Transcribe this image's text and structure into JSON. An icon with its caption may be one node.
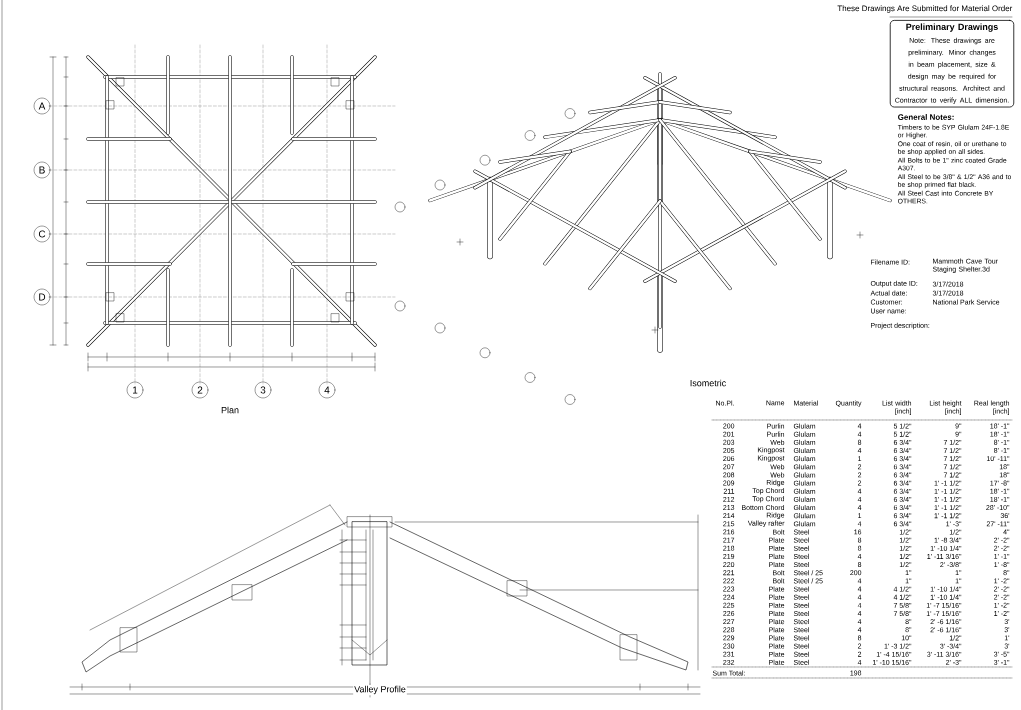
{
  "diagram": {
    "nodes": [
      {
        "text": [
          "Preliminary Drawings",
          "Note: These drawings are preliminary. Minor changes in beam placement, size & design may be required for structural reasons. Architect and Contractor to verify ALL dimension."
        ]
      },
      {
        "text": [
          "A"
        ]
      },
      {
        "text": [
          "B"
        ]
      },
      {
        "text": [
          "C"
        ]
      },
      {
        "text": [
          "D"
        ]
      },
      {
        "text": [
          "1"
        ]
      },
      {
        "text": [
          "2"
        ]
      },
      {
        "text": [
          "3"
        ]
      },
      {
        "text": [
          "4"
        ]
      }
    ],
    "labels": [
      "These Drawings Are Submitted for Material Order",
      "General Notes:",
      "Timbers to be SYP Glulam 24F-1.8E or Higher.",
      "One coat of resin, oil or urethane to be shop applied on all sides.",
      "All Bolts to be 1\" zinc coated Grade A307.",
      "All Steel to be 3/8\" & 1/2\" A36 and to be shop primed flat black.",
      "All Steel Cast into Concrete BY OTHERS.",
      "Plan",
      "Isometric",
      "Valley Profile",
      "Filename ID:",
      "Mammoth Cave Tour Staging Shelter.3d",
      "Output date ID:",
      "3/17/2018",
      "Customer:",
      "National Park Service",
      "Actual date:",
      "3/17/2018",
      "User name:",
      "Project description:",
      "No.Pl.",
      "Name",
      "Material",
      "Quantity",
      "List width [inch]",
      "List height [inch]",
      "Real length [inch]",
      "200",
      "Purlin",
      "Glulam",
      "4",
      "5 1/2\"",
      "9\"",
      "18' -1\"",
      "201",
      "Purlin",
      "Glulam",
      "4",
      "5 1/2\"",
      "9\"",
      "18' -1\"",
      "203",
      "Web",
      "Glulam",
      "8",
      "6 3/4\"",
      "7 1/2\"",
      "8' -1\"",
      "205",
      "Kingpost",
      "Glulam",
      "4",
      "6 3/4\"",
      "7 1/2\"",
      "8' -1\"",
      "206",
      "Kingpost",
      "Glulam",
      "1",
      "6 3/4\"",
      "7 1/2\"",
      "10' -11\"",
      "207",
      "Web",
      "Glulam",
      "2",
      "6 3/4\"",
      "7 1/2\"",
      "18\"",
      "208",
      "Web",
      "Glulam",
      "2",
      "6 3/4\"",
      "7 1/2\"",
      "18\"",
      "209",
      "Ridge",
      "Glulam",
      "2",
      "6 3/4\"",
      "1' -1 1/2\"",
      "17' -8\"",
      "211",
      "Top Chord",
      "Glulam",
      "4",
      "6 3/4\"",
      "1' -1 1/2\"",
      "18' -1\"",
      "212",
      "Top Chord",
      "Glulam",
      "4",
      "6 3/4\"",
      "1' -1 1/2\"",
      "18' -1\"",
      "213",
      "Bottom Chord",
      "Glulam",
      "4",
      "6 3/4\"",
      "1' -1 1/2\"",
      "28' -10\"",
      "214",
      "Ridge",
      "Glulam",
      "1",
      "6 3/4\"",
      "1' -1 1/2\"",
      "36'",
      "215",
      "Valley rafter",
      "Glulam",
      "4",
      "6 3/4\"",
      "1' -3\"",
      "27' -11\"",
      "216",
      "Bolt",
      "Steel",
      "16",
      "1/2\"",
      "1/2\"",
      "4\"",
      "217",
      "Plate",
      "Steel",
      "8",
      "1/2\"",
      "1' -8 3/4\"",
      "2' -2\"",
      "218",
      "Plate",
      "Steel",
      "8",
      "1/2\"",
      "1' -10 1/4\"",
      "2' -2\"",
      "219",
      "Plate",
      "Steel",
      "4",
      "1/2\"",
      "1' -11 3/16\"",
      "1' -1\"",
      "220",
      "Plate",
      "Steel",
      "8",
      "1/2\"",
      "2' -3/8\"",
      "1' -8\"",
      "221",
      "Bolt",
      "Steel / 25",
      "200",
      "1\"",
      "1\"",
      "8\"",
      "222",
      "Bolt",
      "Steel / 25",
      "4",
      "1\"",
      "1\"",
      "1' -2\"",
      "223",
      "Plate",
      "Steel",
      "4",
      "4 1/2\"",
      "1' -10 1/4\"",
      "2' -2\"",
      "224",
      "Plate",
      "Steel",
      "4",
      "4 1/2\"",
      "1' -10 1/4\"",
      "2' -2\"",
      "225",
      "Plate",
      "Steel",
      "4",
      "7 5/8\"",
      "1' -7 15/16\"",
      "1' -2\"",
      "226",
      "Plate",
      "Steel",
      "4",
      "7 5/8\"",
      "1' -7 15/16\"",
      "1' -2\"",
      "227",
      "Plate",
      "Steel",
      "4",
      "8\"",
      "2' -6 1/16\"",
      "3'",
      "228",
      "Plate",
      "Steel",
      "4",
      "8\"",
      "2' -6 1/16\"",
      "3'",
      "229",
      "Plate",
      "Steel",
      "8",
      "10\"",
      "1/2\"",
      "1'",
      "230",
      "Plate",
      "Steel",
      "2",
      "1' -3 1/2\"",
      "3' -3/4\"",
      "3'",
      "231",
      "Plate",
      "Steel",
      "2",
      "1' -4 15/16\"",
      "3' -11 3/16\"",
      "3' -5\"",
      "232",
      "Plate",
      "Steel",
      "4",
      "1' -10 15/16\"",
      "2' -3\"",
      "3' -1\"",
      "Sum Total:",
      "198"
    ]
  }
}
